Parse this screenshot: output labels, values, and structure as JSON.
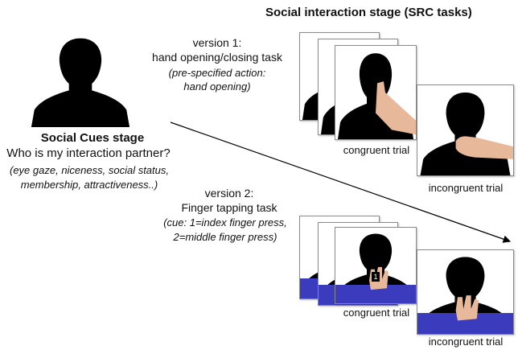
{
  "stage_right_title": "Social interaction stage (SRC tasks)",
  "social_cues": {
    "title": "Social Cues stage",
    "question": "Who is my interaction partner?",
    "details_line1": "(eye gaze, niceness, social status,",
    "details_line2": "membership, attractiveness..)"
  },
  "version1": {
    "label": "version 1:",
    "task": "hand opening/closing task",
    "note_line1": "(pre-specified action:",
    "note_line2": "hand opening)",
    "congruent": "congruent trial",
    "incongruent": "incongruent trial"
  },
  "version2": {
    "label": "version 2:",
    "task": "Finger tapping task",
    "note_line1": "(cue: 1=index finger press,",
    "note_line2": "2=middle finger press)",
    "cue_digit": "1",
    "congruent": "congruent trial",
    "incongruent": "incongruent trial"
  },
  "colors": {
    "silhouette": "#000000",
    "stripe": "#3b3bbe",
    "skin": "#e8b89a"
  }
}
